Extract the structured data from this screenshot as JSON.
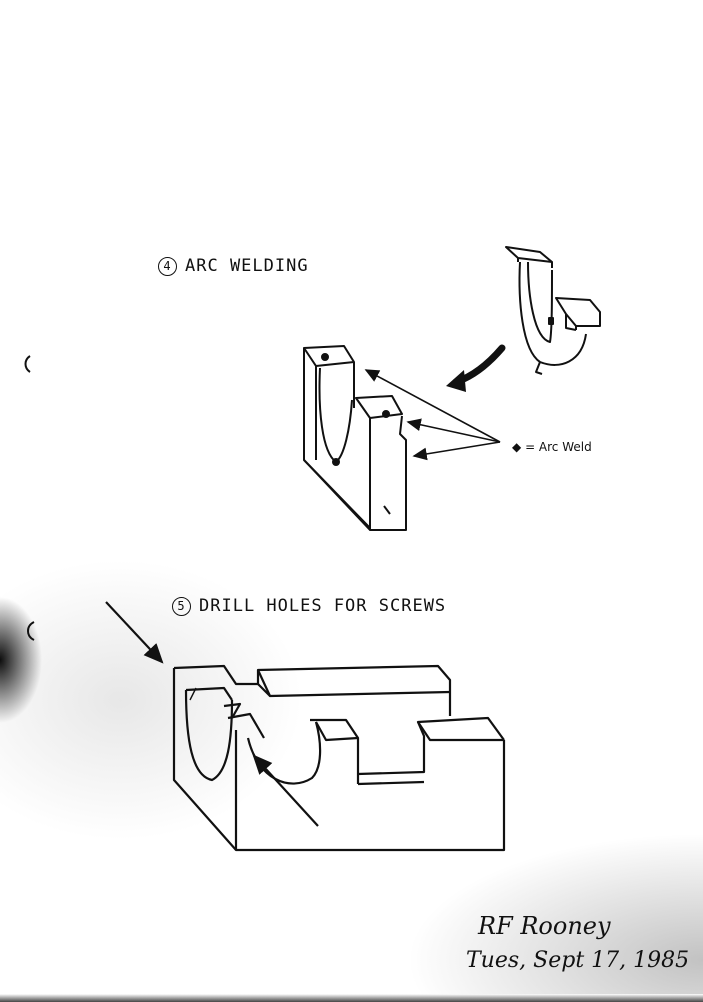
{
  "steps": [
    {
      "number": "4",
      "title": "ARC WELDING"
    },
    {
      "number": "5",
      "title": "DRILL HOLES FOR SCREWS"
    }
  ],
  "legend": {
    "symbol": "◆",
    "text": "= Arc Weld"
  },
  "signature": {
    "name": "RF Rooney",
    "date": "Tues, Sept 17, 1985"
  }
}
